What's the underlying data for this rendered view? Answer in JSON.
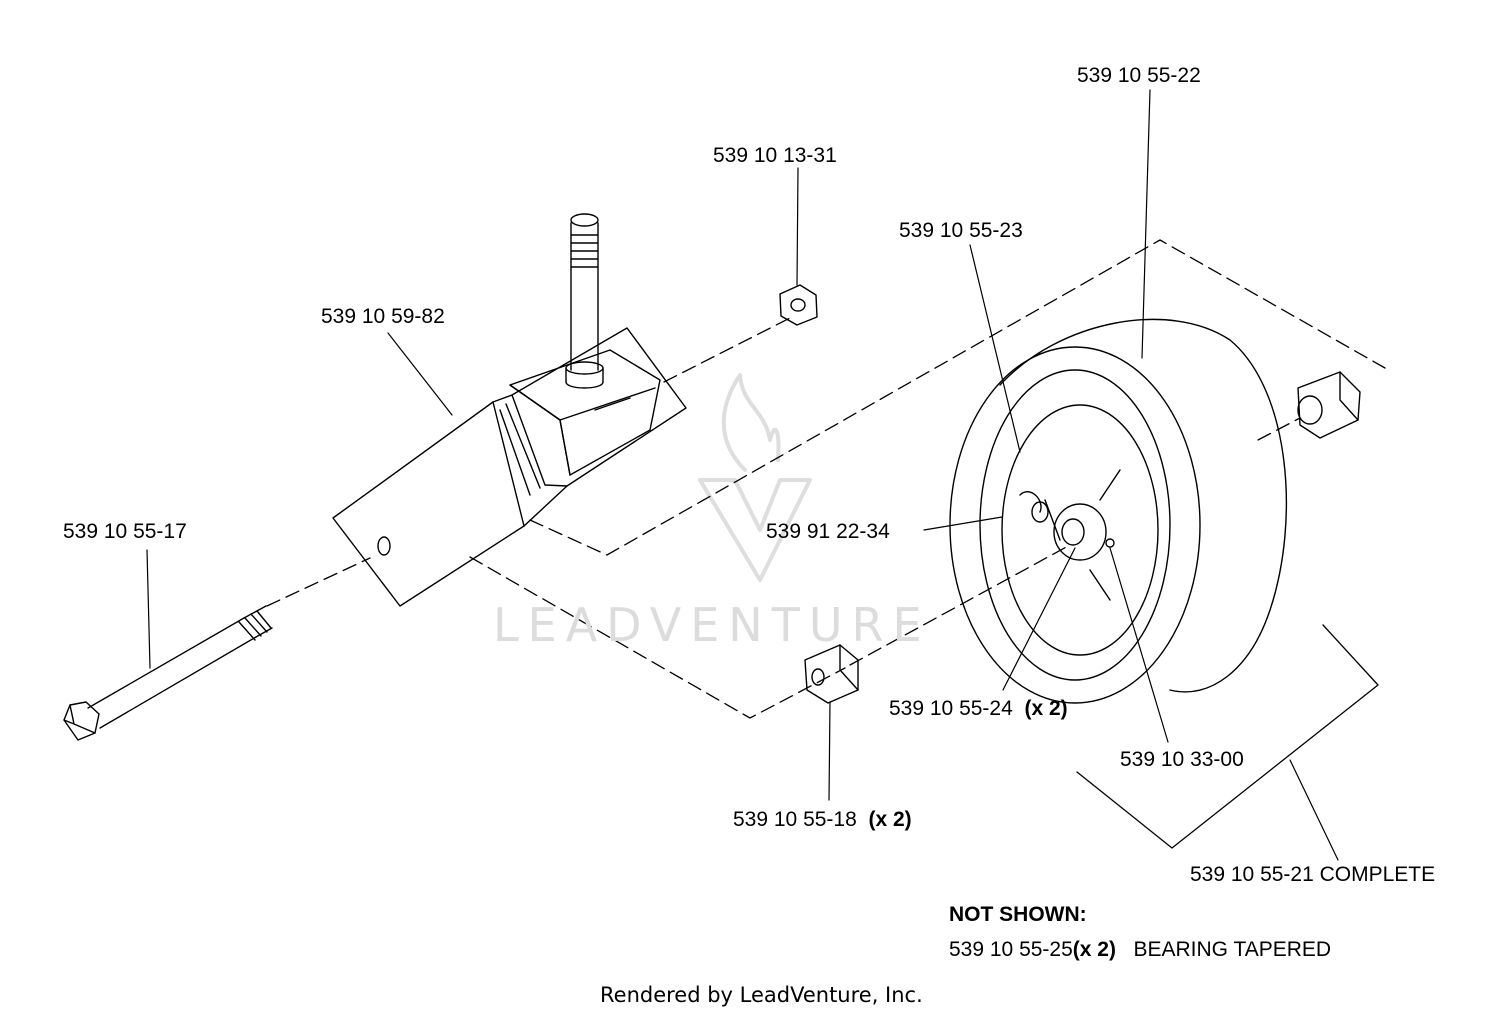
{
  "parts": {
    "p_5522": "539 10 55-22",
    "p_1331": "539 10 13-31",
    "p_5523": "539 10 55-23",
    "p_5982": "539 10 59-82",
    "p_5517": "539 10 55-17",
    "p_2234": "539 91 22-34",
    "p_5524": "539 10 55-24",
    "p_5524_qty": "(x 2)",
    "p_3300": "539 10 33-00",
    "p_5518": "539 10 55-18",
    "p_5518_qty": "(x 2)",
    "p_5521": "539 10 55-21 COMPLETE"
  },
  "not_shown": {
    "heading": "NOT SHOWN:",
    "part": "539 10 55-25",
    "qty": "(x 2)",
    "desc": "BEARING TAPERED"
  },
  "watermark": "LEADVENTURE",
  "footer": "Rendered by LeadVenture, Inc."
}
